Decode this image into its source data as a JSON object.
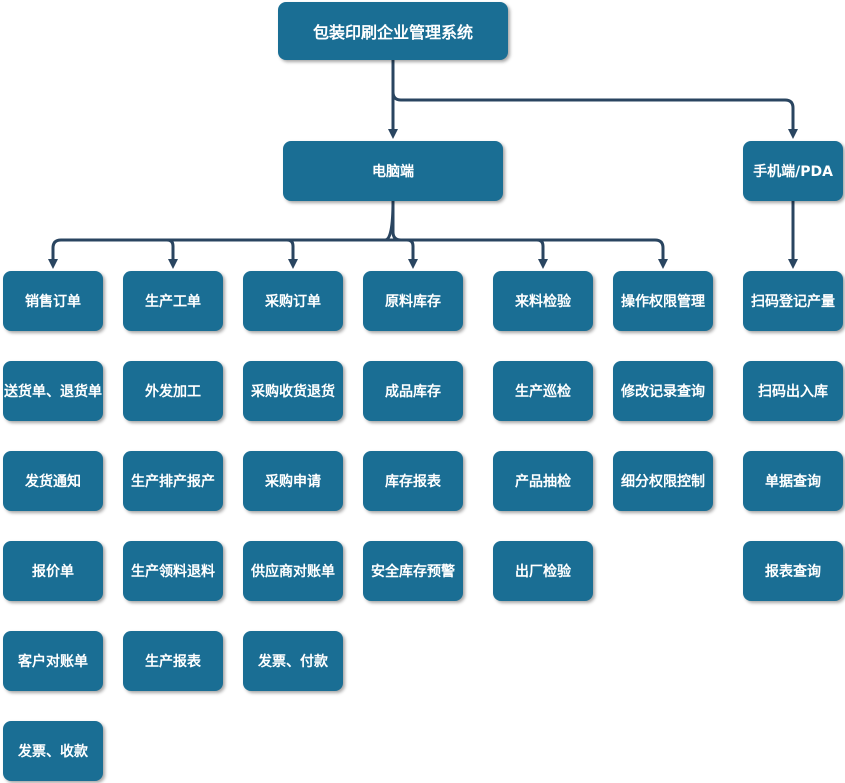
{
  "root": "包装印刷企业管理系统",
  "branches": [
    {
      "label": "电脑端",
      "columns": [
        [
          "销售订单",
          "送货单、退货单",
          "发货通知",
          "报价单",
          "客户对账单",
          "发票、收款"
        ],
        [
          "生产工单",
          "外发加工",
          "生产排产报产",
          "生产领料退料",
          "生产报表"
        ],
        [
          "采购订单",
          "采购收货退货",
          "采购申请",
          "供应商对账单",
          "发票、付款"
        ],
        [
          "原料库存",
          "成品库存",
          "库存报表",
          "安全库存预警"
        ],
        [
          "来料检验",
          "生产巡检",
          "产品抽检",
          "出厂检验"
        ],
        [
          "操作权限管理",
          "修改记录查询",
          "细分权限控制"
        ]
      ]
    },
    {
      "label": "手机端/PDA",
      "columns": [
        [
          "扫码登记产量",
          "扫码出入库",
          "单据查询",
          "报表查询"
        ]
      ]
    }
  ],
  "colors": {
    "box": "#1a6e94",
    "text": "#ffffff",
    "connector": "#2a4560"
  }
}
